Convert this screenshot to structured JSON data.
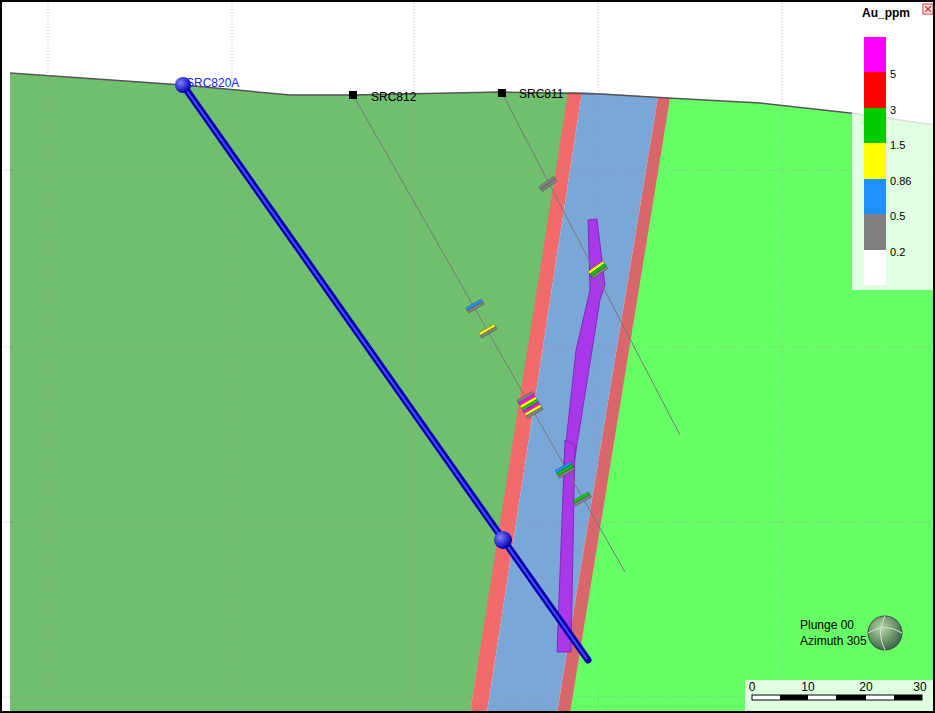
{
  "diagram": {
    "labels": [
      "SRC820A",
      "SRC812",
      "SRC811",
      "Au_ppm",
      "Plunge 00",
      "Azimuth 305",
      "0",
      "10",
      "20",
      "30"
    ],
    "legend": [
      {
        "text": "5",
        "color": "#ff0000"
      },
      {
        "text": "3",
        "color": "#00cc00"
      },
      {
        "text": "1.5",
        "color": "#ffff00"
      },
      {
        "text": "0.86",
        "color": "#1e90ff"
      },
      {
        "text": "0.5",
        "color": "#808080"
      },
      {
        "text": "0.2",
        "color": "#ffffff"
      }
    ]
  }
}
